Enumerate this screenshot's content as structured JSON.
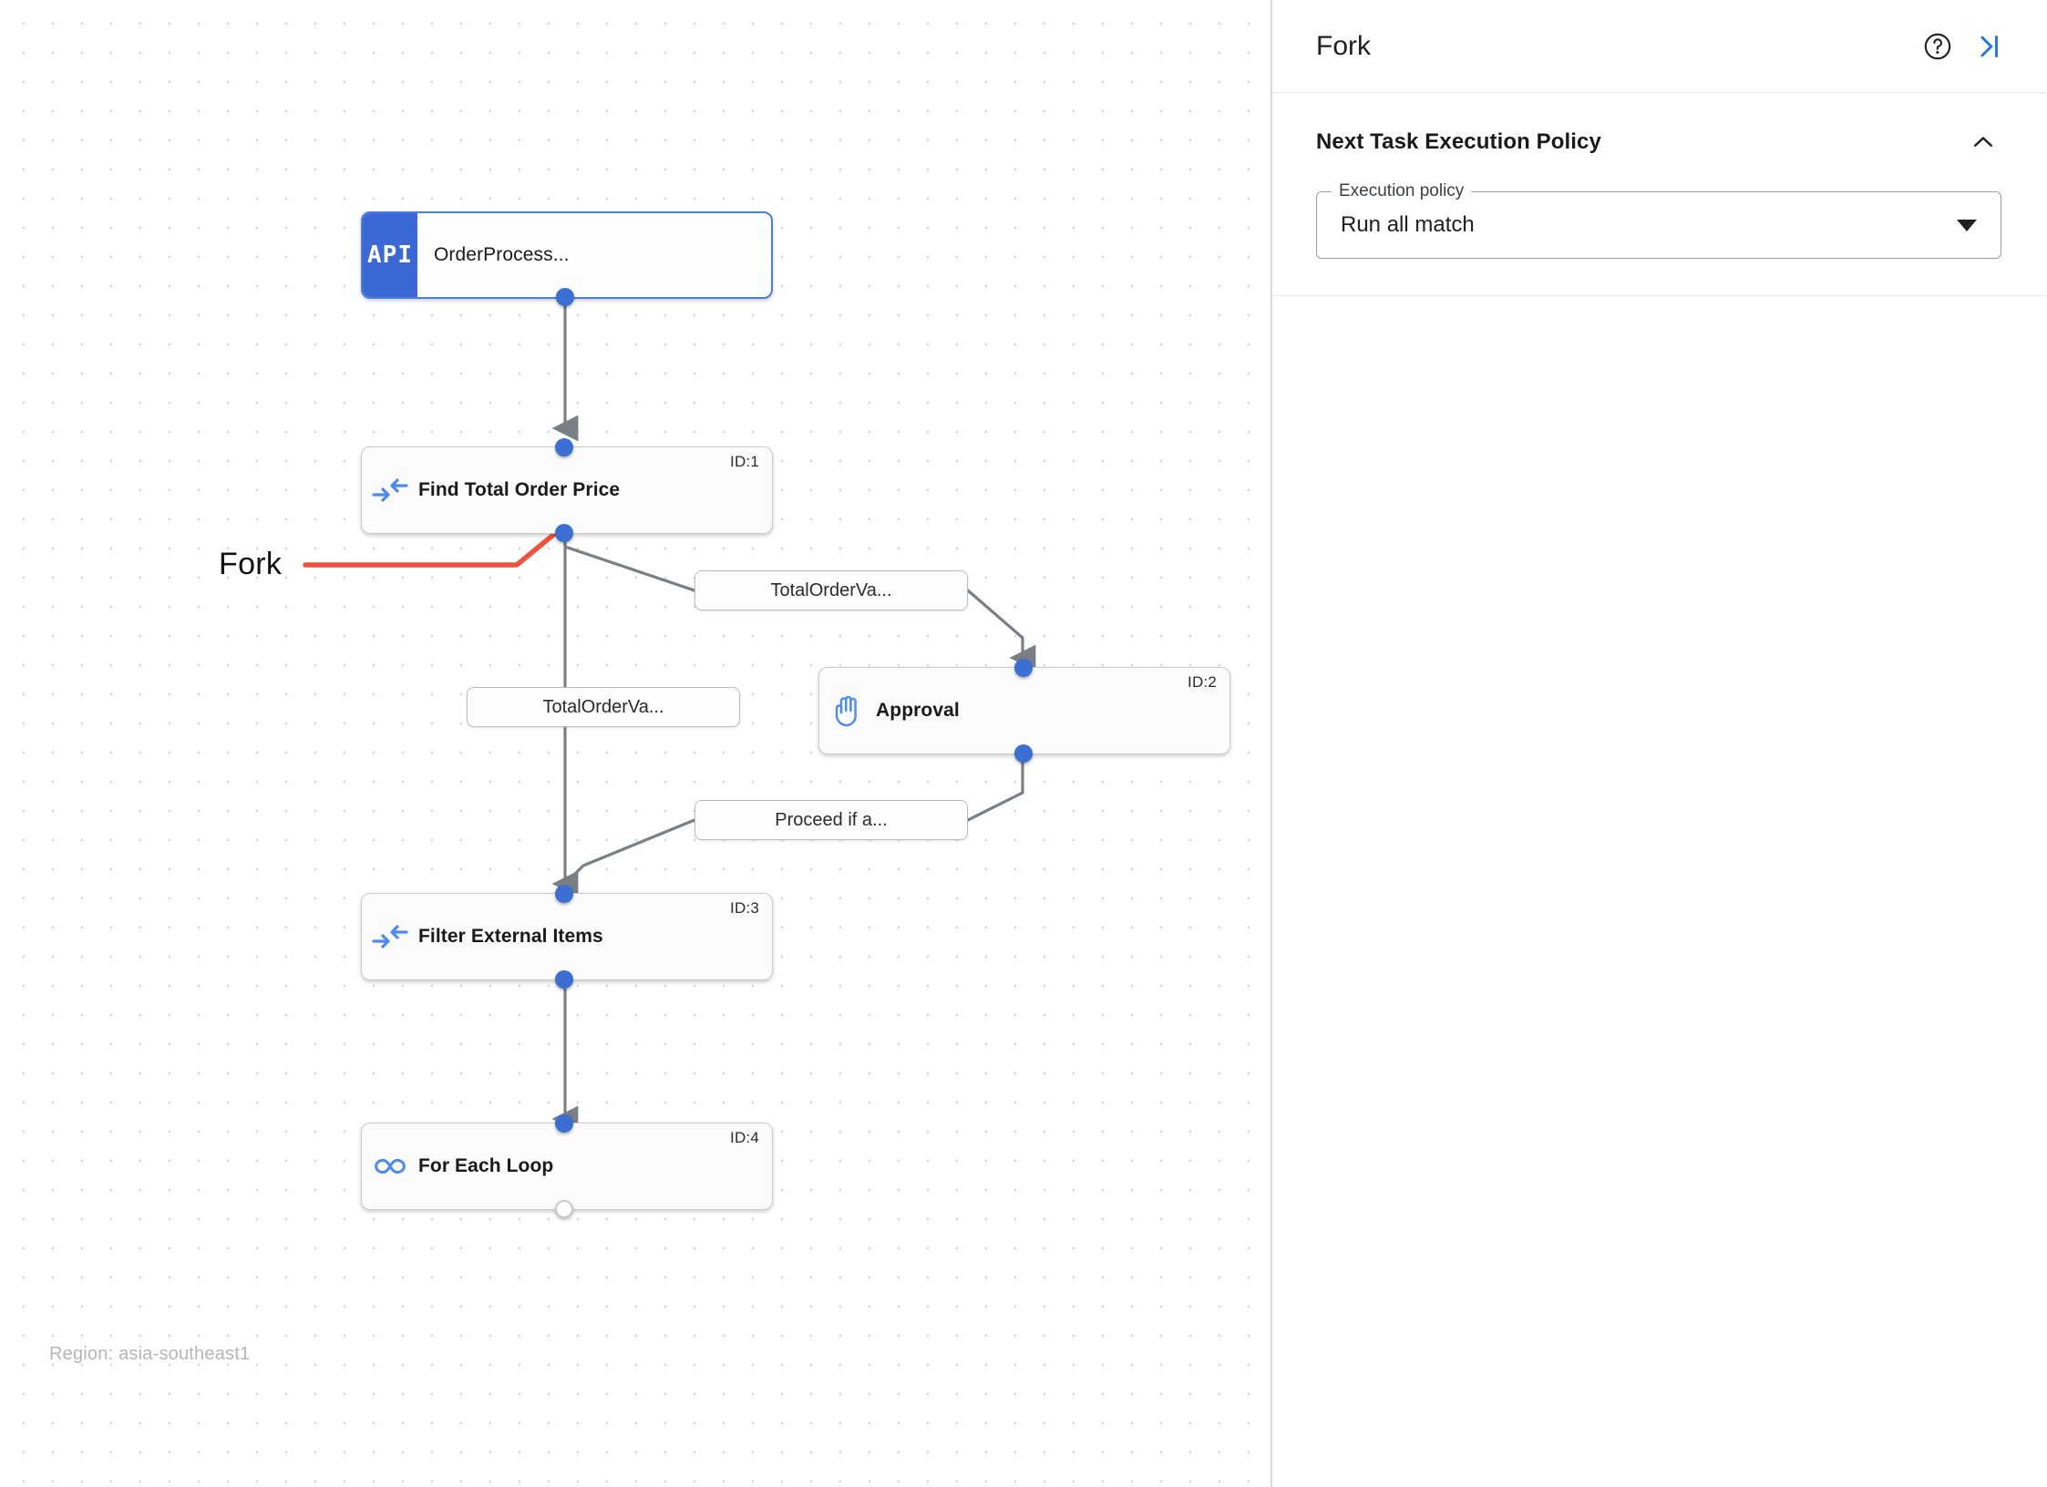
{
  "canvas": {
    "region_label": "Region: asia-southeast1",
    "annotation": {
      "label": "Fork",
      "color": "#f4513c"
    },
    "nodes": [
      {
        "key": "order-process",
        "badge": "API",
        "title": "OrderProcess...",
        "id_label": "",
        "icon": "api-badge-icon"
      },
      {
        "key": "find-total-order-price",
        "badge": "",
        "title": "Find Total Order Price",
        "id_label": "ID:1",
        "icon": "merge-arrows-icon"
      },
      {
        "key": "approval",
        "badge": "",
        "title": "Approval",
        "id_label": "ID:2",
        "icon": "hand-icon"
      },
      {
        "key": "filter-external-items",
        "badge": "",
        "title": "Filter External Items",
        "id_label": "ID:3",
        "icon": "merge-arrows-icon"
      },
      {
        "key": "for-each-loop",
        "badge": "",
        "title": "For Each Loop",
        "id_label": "ID:4",
        "icon": "infinity-icon"
      }
    ],
    "edge_labels": [
      {
        "key": "edge-label-to-approval",
        "text": "TotalOrderVa..."
      },
      {
        "key": "edge-label-to-filter",
        "text": "TotalOrderVa..."
      },
      {
        "key": "edge-label-proceed",
        "text": "Proceed if a..."
      }
    ]
  },
  "panel": {
    "title": "Fork",
    "help_icon": "help-circle-icon",
    "collapse_icon": "collapse-panel-icon",
    "section": {
      "title": "Next Task Execution Policy",
      "collapse_icon": "chevron-up-icon",
      "field": {
        "label": "Execution policy",
        "value": "Run all match",
        "caret_icon": "chevron-down-icon"
      }
    }
  },
  "colors": {
    "accent_blue": "#3b6fd4",
    "node_icon_blue": "#4a8af4",
    "annotation_red": "#f4513c",
    "edge_gray": "#7a7f85"
  }
}
